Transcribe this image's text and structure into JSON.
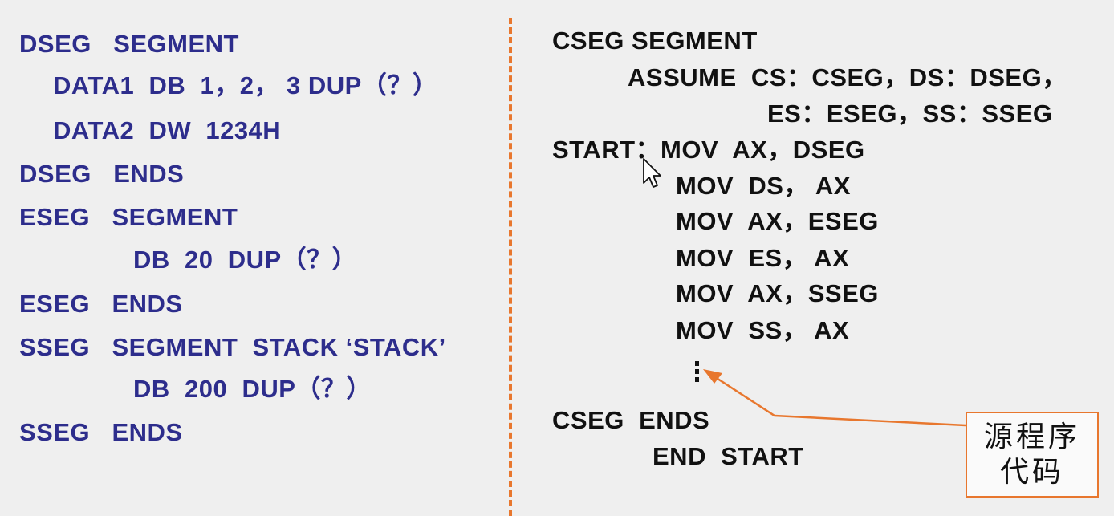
{
  "left_code": [
    "DSEG   SEGMENT",
    "DATA1  DB  1，2， 3 DUP（？）",
    "DATA2  DW  1234H",
    "DSEG   ENDS",
    "ESEG   SEGMENT",
    "DB  20  DUP（？）",
    "ESEG   ENDS",
    "SSEG   SEGMENT  STACK ‘STACK’",
    "DB  200  DUP（？）",
    "SSEG   ENDS"
  ],
  "right_code": [
    "CSEG SEGMENT",
    "ASSUME  CS：CSEG，DS：DSEG，",
    "ES：ESEG，SS：SSEG",
    "START：MOV  AX，DSEG",
    "MOV  DS， AX",
    "MOV  AX，ESEG",
    "MOV  ES， AX",
    "MOV  AX，SSEG",
    "MOV  SS， AX",
    "CSEG  ENDS",
    "END  START"
  ],
  "callout": {
    "line1": "源程序",
    "line2": "代码"
  },
  "colors": {
    "left_text": "#2d2d8c",
    "right_text": "#111111",
    "accent_orange": "#e8772e",
    "background": "#efefef"
  },
  "icons": {
    "pointer": "mouse-pointer-icon",
    "ellipsis": "vertical-ellipsis-icon",
    "arrow": "callout-arrow-icon"
  }
}
